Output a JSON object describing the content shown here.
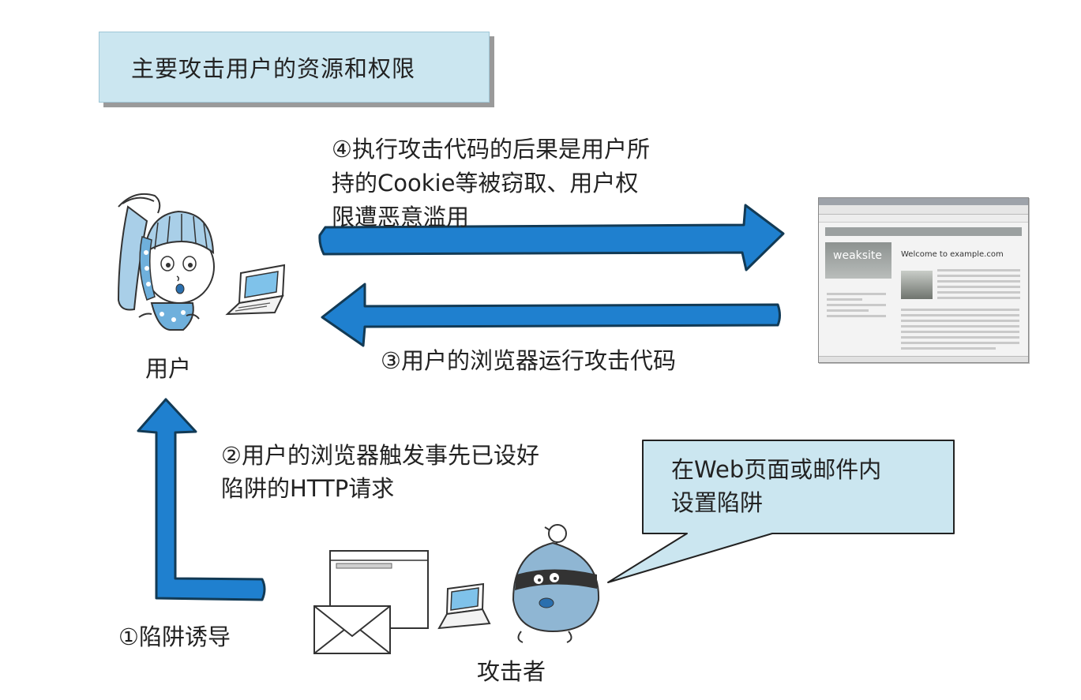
{
  "title": "主要攻击用户的资源和权限",
  "step4": "④执行攻击代码的后果是用户所\n持的Cookie等被窃取、用户权\n限遭恶意滥用",
  "step3": "③用户的浏览器运行攻击代码",
  "step2": "②用户的浏览器触发事先已设好\n陷阱的HTTP请求",
  "step1": "①陷阱诱导",
  "user_label": "用户",
  "attacker_label": "攻击者",
  "speech": "在Web页面或邮件内\n设置陷阱",
  "site": {
    "logo": "weaksite",
    "welcome": "Welcome to example.com"
  },
  "colors": {
    "arrow": "#1f80cf",
    "arrow_outline": "#123a55",
    "title_bg": "#cbe6f0",
    "speech_bg": "#cbe6f0"
  }
}
